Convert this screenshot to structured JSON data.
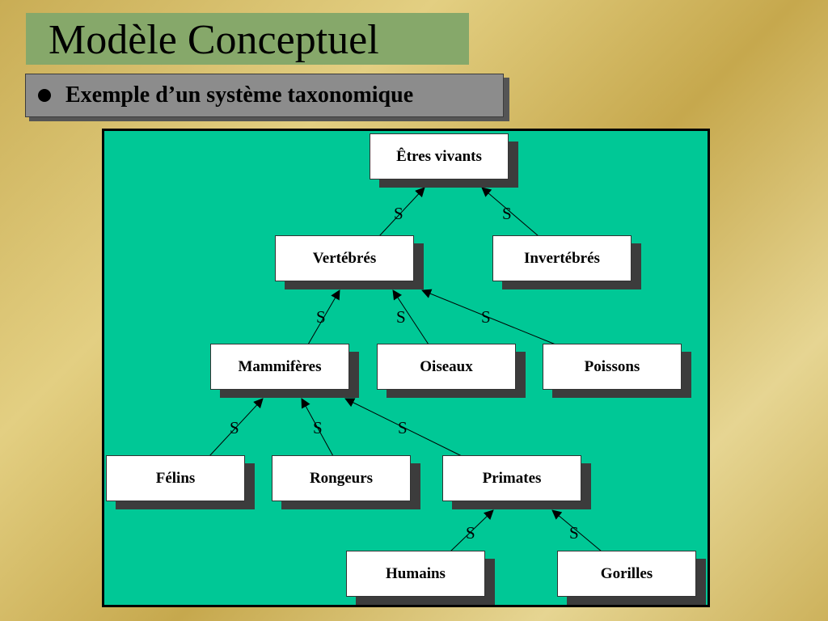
{
  "title": "Modèle Conceptuel",
  "subtitle": "Exemple d’un système taxonomique",
  "diagram": {
    "relation_label": "S",
    "nodes": {
      "etres_vivants": "Êtres vivants",
      "vertebres": "Vertébrés",
      "invertebres": "Invertébrés",
      "mammiferes": "Mammifères",
      "oiseaux": "Oiseaux",
      "poissons": "Poissons",
      "felins": "Félins",
      "rongeurs": "Rongeurs",
      "primates": "Primates",
      "humains": "Humains",
      "gorilles": "Gorilles"
    },
    "edges": [
      {
        "from": "vertebres",
        "to": "etres_vivants",
        "label": "S"
      },
      {
        "from": "invertebres",
        "to": "etres_vivants",
        "label": "S"
      },
      {
        "from": "mammiferes",
        "to": "vertebres",
        "label": "S"
      },
      {
        "from": "oiseaux",
        "to": "vertebres",
        "label": "S"
      },
      {
        "from": "poissons",
        "to": "vertebres",
        "label": "S"
      },
      {
        "from": "felins",
        "to": "mammiferes",
        "label": "S"
      },
      {
        "from": "rongeurs",
        "to": "mammiferes",
        "label": "S"
      },
      {
        "from": "primates",
        "to": "mammiferes",
        "label": "S"
      },
      {
        "from": "humains",
        "to": "primates",
        "label": "S"
      },
      {
        "from": "gorilles",
        "to": "primates",
        "label": "S"
      }
    ]
  },
  "colors": {
    "panel_background": "#00c896",
    "title_background": "#86a86a",
    "subtitle_background": "#8c8c8c",
    "node_background": "#ffffff",
    "node_shadow": "#3c3c3c"
  }
}
